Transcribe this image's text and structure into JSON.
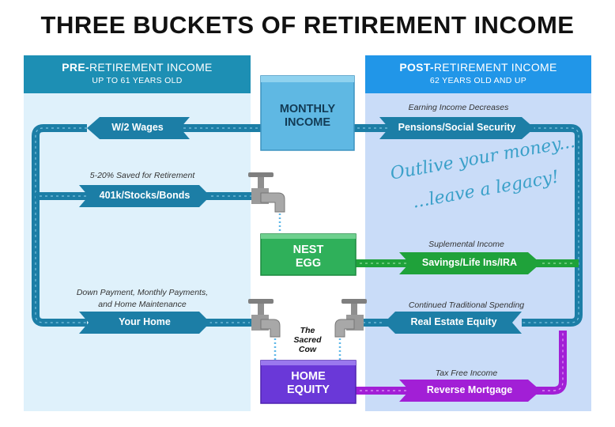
{
  "title": "THREE BUCKETS OF RETIREMENT INCOME",
  "left_panel": {
    "heading_bold": "PRE-",
    "heading_rest": "RETIREMENT INCOME",
    "subheading": "UP TO 61 YEARS OLD"
  },
  "right_panel": {
    "heading_bold": "POST-",
    "heading_rest": "RETIREMENT INCOME",
    "subheading": "62 YEARS OLD AND UP"
  },
  "buckets": {
    "monthly": {
      "line1": "MONTHLY",
      "line2": "INCOME"
    },
    "nest": {
      "line1": "NEST",
      "line2": "EGG"
    },
    "home": {
      "line1": "HOME",
      "line2": "EQUITY"
    }
  },
  "flows": {
    "wages": "W/2 Wages",
    "pensions": "Pensions/Social Security",
    "stocks": "401k/Stocks/Bonds",
    "savings": "Savings/Life Ins/IRA",
    "your_home": "Your Home",
    "real_estate": "Real Estate Equity",
    "reverse_mortgage": "Reverse Mortgage"
  },
  "captions": {
    "earning": "Earning Income Decreases",
    "saved": "5-20% Saved for Retirement",
    "suplemental": "Suplemental Income",
    "down_payment_1": "Down Payment, Monthly Payments,",
    "down_payment_2": "and Home Maintenance",
    "traditional": "Continued Traditional Spending",
    "tax_free": "Tax Free Income",
    "sacred_1": "The",
    "sacred_2": "Sacred",
    "sacred_3": "Cow"
  },
  "slogan": {
    "line1": "Outlive your money...",
    "line2": "...leave a legacy!"
  },
  "colors": {
    "pipe_blue": "#1c7ea6",
    "pipe_green": "#1fa23a",
    "pipe_purple": "#a21fd6",
    "monthly_bucket": "#5fb8e3",
    "nest_bucket": "#2fb05a",
    "home_bucket": "#6a38d8",
    "left_panel": "#dff1fb",
    "right_panel": "#c9dcf8"
  }
}
